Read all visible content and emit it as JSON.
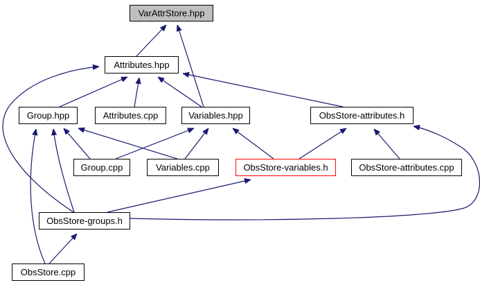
{
  "colors": {
    "edge": "#191970",
    "node_border": "#000000",
    "highlight_border": "#ff0000",
    "root_fill": "#bfbfbf",
    "node_fill": "#ffffff"
  },
  "nodes": [
    {
      "id": "varattrstore_hpp",
      "label": "VarAttrStore.hpp",
      "style": "root"
    },
    {
      "id": "attributes_hpp",
      "label": "Attributes.hpp",
      "style": "normal"
    },
    {
      "id": "group_hpp",
      "label": "Group.hpp",
      "style": "normal"
    },
    {
      "id": "attributes_cpp",
      "label": "Attributes.cpp",
      "style": "normal"
    },
    {
      "id": "variables_hpp",
      "label": "Variables.hpp",
      "style": "normal"
    },
    {
      "id": "obsstore_attributes_h",
      "label": "ObsStore-attributes.h",
      "style": "normal"
    },
    {
      "id": "group_cpp",
      "label": "Group.cpp",
      "style": "normal"
    },
    {
      "id": "variables_cpp",
      "label": "Variables.cpp",
      "style": "normal"
    },
    {
      "id": "obsstore_variables_h",
      "label": "ObsStore-variables.h",
      "style": "highlight"
    },
    {
      "id": "obsstore_attributes_cpp",
      "label": "ObsStore-attributes.cpp",
      "style": "normal"
    },
    {
      "id": "obsstore_groups_h",
      "label": "ObsStore-groups.h",
      "style": "normal"
    },
    {
      "id": "obsstore_cpp",
      "label": "ObsStore.cpp",
      "style": "normal"
    }
  ],
  "edges": [
    {
      "from": "attributes_hpp",
      "to": "varattrstore_hpp"
    },
    {
      "from": "variables_hpp",
      "to": "varattrstore_hpp"
    },
    {
      "from": "group_hpp",
      "to": "attributes_hpp"
    },
    {
      "from": "attributes_cpp",
      "to": "attributes_hpp"
    },
    {
      "from": "variables_hpp",
      "to": "attributes_hpp"
    },
    {
      "from": "obsstore_attributes_h",
      "to": "attributes_hpp"
    },
    {
      "from": "obsstore_groups_h",
      "to": "attributes_hpp"
    },
    {
      "from": "group_cpp",
      "to": "group_hpp"
    },
    {
      "from": "variables_cpp",
      "to": "group_hpp"
    },
    {
      "from": "obsstore_groups_h",
      "to": "group_hpp"
    },
    {
      "from": "obsstore_cpp",
      "to": "group_hpp"
    },
    {
      "from": "group_cpp",
      "to": "variables_hpp"
    },
    {
      "from": "variables_cpp",
      "to": "variables_hpp"
    },
    {
      "from": "obsstore_variables_h",
      "to": "variables_hpp"
    },
    {
      "from": "obsstore_variables_h",
      "to": "obsstore_attributes_h"
    },
    {
      "from": "obsstore_attributes_cpp",
      "to": "obsstore_attributes_h"
    },
    {
      "from": "obsstore_groups_h",
      "to": "obsstore_attributes_h"
    },
    {
      "from": "obsstore_groups_h",
      "to": "obsstore_variables_h"
    },
    {
      "from": "obsstore_cpp",
      "to": "obsstore_groups_h"
    }
  ]
}
